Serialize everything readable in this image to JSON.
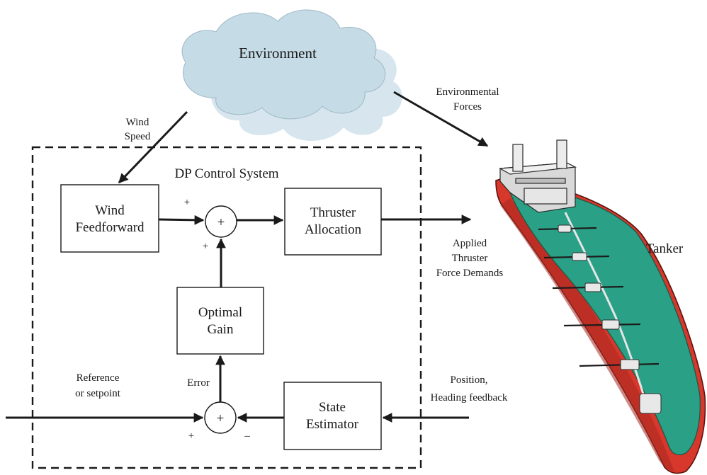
{
  "environment": {
    "label": "Environment"
  },
  "system": {
    "title": "DP Control System"
  },
  "blocks": {
    "wind_feedforward": [
      "Wind",
      "Feedforward"
    ],
    "thruster_allocation": [
      "Thruster",
      "Allocation"
    ],
    "optimal_gain": [
      "Optimal",
      "Gain"
    ],
    "state_estimator": [
      "State",
      "Estimator"
    ]
  },
  "sum_symbol": "+",
  "signals": {
    "wind_speed": [
      "Wind",
      "Speed"
    ],
    "environmental_forces": [
      "Environmental",
      "Forces"
    ],
    "applied_thruster": [
      "Applied",
      "Thruster",
      "Force Demands"
    ],
    "reference": [
      "Reference",
      "or setpoint"
    ],
    "error": "Error",
    "position_feedback": [
      "Position,",
      "Heading feedback"
    ]
  },
  "signs": {
    "top_left": "+",
    "top_bottom": "+",
    "bottom_left": "+",
    "bottom_right": "–"
  },
  "vessel": {
    "label": "Tanker"
  },
  "colors": {
    "cloud": "#c5dbe6",
    "cloud_shadow": "#d7e6ee",
    "deck": "#2aa187",
    "hull": "#d8372b",
    "superstructure": "#e4e4e4"
  }
}
